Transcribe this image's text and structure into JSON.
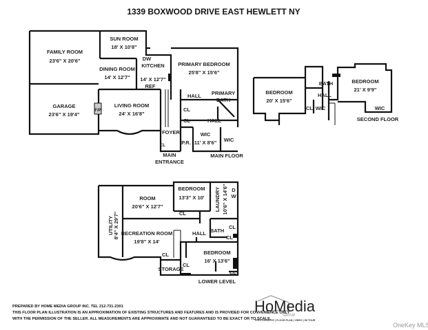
{
  "title": "1339 BOXWOOD DRIVE EAST HEWLETT NY",
  "main_floor": {
    "label": "MAIN FLOOR",
    "entrance": [
      "MAIN",
      "ENTRANCE"
    ],
    "rooms": {
      "family": [
        "FAMILY ROOM",
        "23'6\" X 20'6\""
      ],
      "sun": [
        "SUN ROOM",
        "18' X 10'8\""
      ],
      "dining": [
        "DINING ROOM",
        "14' X 12'7\""
      ],
      "kitchen": [
        "KITCHEN",
        "14' X 12'7\""
      ],
      "dw": "DW",
      "ref": "REF",
      "primary_bed": [
        "PRIMARY BEDROOM",
        "25'8\" X 15'6\""
      ],
      "primary_bath": [
        "PRIMARY",
        "BATH"
      ],
      "garage": [
        "GARAGE",
        "23'6\" X 19'4\""
      ],
      "fp": "F/P",
      "living": [
        "LIVING ROOM",
        "24' X 16'8\""
      ],
      "hall1": "HALL",
      "hall2": "HALL",
      "cl1": "CL",
      "cl2": "CL",
      "cl3": "CL",
      "foyer": "FOYER",
      "pr": "P.R.",
      "wic1": [
        "WIC",
        "11' X 8'6\""
      ],
      "wic2": "WIC"
    }
  },
  "second_floor": {
    "label": "SECOND FLOOR",
    "rooms": {
      "bed1": [
        "BEDROOM",
        "20' X 15'6\""
      ],
      "bath": "BATH",
      "hall": "HALL",
      "cl": "CL",
      "wic": "WIC",
      "bed2": [
        "BEDROOM",
        "21' X 9'9\""
      ],
      "wic2": "WIC"
    }
  },
  "lower_level": {
    "label": "LOWER LEVEL",
    "rooms": {
      "utility": [
        "UTILITY",
        "8'4\" X 29'7\""
      ],
      "room": [
        "ROOM",
        "20'6\" X 12'7\""
      ],
      "bed1": [
        "BEDROOM",
        "13'3\" X 10'"
      ],
      "laundry": [
        "LAUNDRY",
        "10'6\" X 14'6\""
      ],
      "dw": [
        "D",
        "W"
      ],
      "cl1": "CL",
      "rec": [
        "RECREATION ROOM",
        "19'8\" X 14'"
      ],
      "hall": "HALL",
      "bath": "BATH",
      "cl2": "CL",
      "cl3": "CL",
      "cl4": "CL",
      "bed2": [
        "BEDROOM",
        "16' X 13'6\""
      ],
      "storage": "STORAGE",
      "cl5": "CL",
      "cl6": "CL"
    }
  },
  "footer": {
    "line1": "PREPARED BY HOME MEDIA GROUP INC. TEL 212-731-2301",
    "line2": "THIS FLOOR PLAN ILLUSTRATION IS AN APPROXIMATION OF EXISTING STRUCTURES AND FEATURES AND IS PROVIDED FOR CONVENIENCE ONLY",
    "line3": "WITH THE PERMISSION OF THE SELLER. ALL MEASUREMENTS ARE APPROXIMATE AND NOT GUARANTEED TO BE EXACT OR TO SCALE."
  },
  "logo": {
    "text": "HoMedia",
    "sub": "GROUP",
    "tagline": "PHOTOGRAPHY | FLOOR PLAN | VIDEO | 3D TOUR"
  },
  "watermark": "OneKey MLS"
}
